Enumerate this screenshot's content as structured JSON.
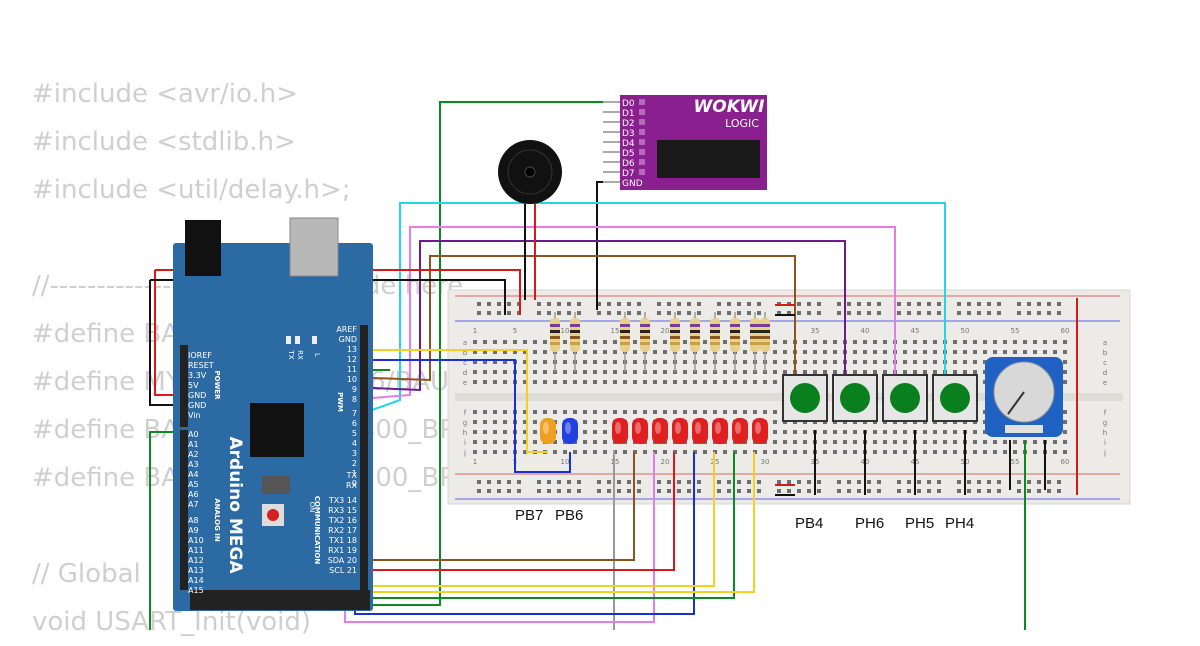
{
  "code_lines": [
    "#include <avr/io.h>",
    "#include <stdlib.h>",
    "#include <util/delay.h>;",
    "",
    "//-------------------------- Include here",
    "#define BAUD 9600",
    "#define MYUBRR F_CPU/16/BAUD-1",
    "#define BAUD_RATE_230400_BPS",
    "#define BAUD_RATE_115200_BPS",
    "",
    "// Global",
    "void USART_Init(void)"
  ],
  "logic_analyzer": {
    "brand": "WOKWI",
    "subtitle": "LOGIC",
    "pins": [
      "D0",
      "D1",
      "D2",
      "D3",
      "D4",
      "D5",
      "D6",
      "D7",
      "GND"
    ]
  },
  "arduino": {
    "name": "Arduino MEGA",
    "power_pins": [
      "IOREF",
      "RESET",
      "3.3V",
      "5V",
      "GND",
      "GND",
      "Vin"
    ],
    "power_label": "POWER",
    "analog_pins": [
      "A0",
      "A1",
      "A2",
      "A3",
      "A4",
      "A5",
      "A6",
      "A7",
      "A8",
      "A9",
      "A10",
      "A11",
      "A12",
      "A13",
      "A14",
      "A15"
    ],
    "analog_label": "ANALOG IN",
    "top_right_pins": [
      "AREF",
      "GND",
      "13",
      "12",
      "11",
      "10",
      "9",
      "8"
    ],
    "pwm_pins": [
      "7",
      "6",
      "5",
      "4",
      "3",
      "2",
      "1",
      "0"
    ],
    "pwm_label": "PWM",
    "comm_pins": [
      "TX",
      "RX",
      "TX3 14",
      "RX3 15",
      "TX2 16",
      "RX2 17",
      "TX1 18",
      "RX1 19",
      "SDA 20",
      "SCL 21"
    ],
    "comm_label": "COMMUNICATION",
    "led_labels": [
      "TX",
      "RX",
      "L"
    ],
    "on_label": "ON"
  },
  "breadboard": {
    "col_numbers": [
      "1",
      "5",
      "10",
      "15",
      "20",
      "25",
      "30",
      "35",
      "40",
      "45",
      "50",
      "55",
      "60"
    ],
    "row_letters_top": [
      "a",
      "b",
      "c",
      "d",
      "e"
    ],
    "row_letters_bottom": [
      "f",
      "g",
      "h",
      "i",
      "j"
    ]
  },
  "labels": {
    "led_pb7": "PB7",
    "led_pb6": "PB6",
    "btn_pb4": "PB4",
    "btn_ph6": "PH6",
    "btn_ph5": "PH5",
    "btn_ph4": "PH4"
  },
  "colors": {
    "board_blue": "#2b6aa3",
    "analyzer_purple": "#8a1f8f",
    "button_green": "#0a7f1d",
    "led_red": "#e02020",
    "led_orange": "#f0a020",
    "led_blue": "#2040e0",
    "wire_green": "#0a8a20",
    "wire_cyan": "#22d6e6",
    "wire_violet": "#e27ee6",
    "wire_purple": "#6a1d8a",
    "wire_brown": "#8a5520",
    "wire_yellow": "#f4d020",
    "wire_blue": "#1a2fd6",
    "wire_red": "#d61a1a"
  }
}
